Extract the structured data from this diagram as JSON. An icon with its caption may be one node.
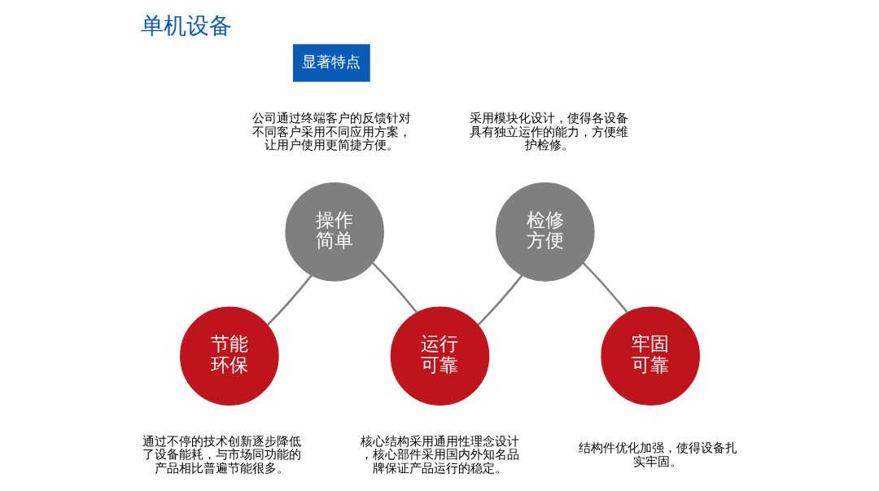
{
  "diagram": {
    "title": "单机设备",
    "nodes": [
      {
        "text": [
          "节能环保"
        ],
        "beside": [
          "通过不停的技术创新逐步降低了设备能耗，与市场同功能的产品相比普遍节能很多。"
        ]
      },
      {
        "text": [
          "操作简单"
        ],
        "beside": [
          "公司通过终端客户的反馈针对不同客户采用不同应用方案，让用户使用更简捷方便。"
        ]
      },
      {
        "text": [
          "运行可靠"
        ],
        "beside": [
          "核心结构采用通用性理念设计，核心部件采用国内外知名品牌保证产品运行的稳定。"
        ]
      },
      {
        "text": [
          "检修方便"
        ],
        "beside": [
          "采用模块化设计，使得各设备具有独立运作的能力，方便维护检修。"
        ]
      },
      {
        "text": [
          "牢固可靠"
        ],
        "beside": [
          "结构件优化加强，使得设备扎实牢固。"
        ]
      }
    ],
    "edges": [
      {
        "from": 0,
        "to": 1,
        "arrow": "none"
      },
      {
        "from": 1,
        "to": 2,
        "arrow": "none"
      },
      {
        "from": 2,
        "to": 3,
        "arrow": "none"
      },
      {
        "from": 3,
        "to": 4,
        "arrow": "none"
      }
    ],
    "labels": [
      "显著特点"
    ]
  }
}
